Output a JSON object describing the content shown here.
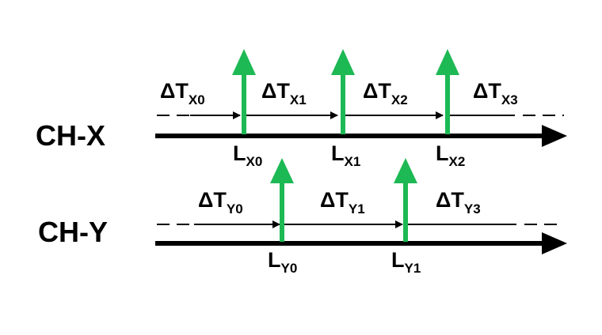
{
  "channels": [
    {
      "name": "CH-X",
      "markers": [
        "X0",
        "X1",
        "X2"
      ],
      "intervals": [
        "X0",
        "X1",
        "X2",
        "X3"
      ]
    },
    {
      "name": "CH-Y",
      "markers": [
        "Y0",
        "Y1"
      ],
      "intervals": [
        "Y0",
        "Y1",
        "Y3"
      ]
    }
  ],
  "symbols": {
    "delta": "Δ",
    "time": "T",
    "marker": "L"
  },
  "colors": {
    "line": "#000000",
    "marker": "#1db954"
  }
}
